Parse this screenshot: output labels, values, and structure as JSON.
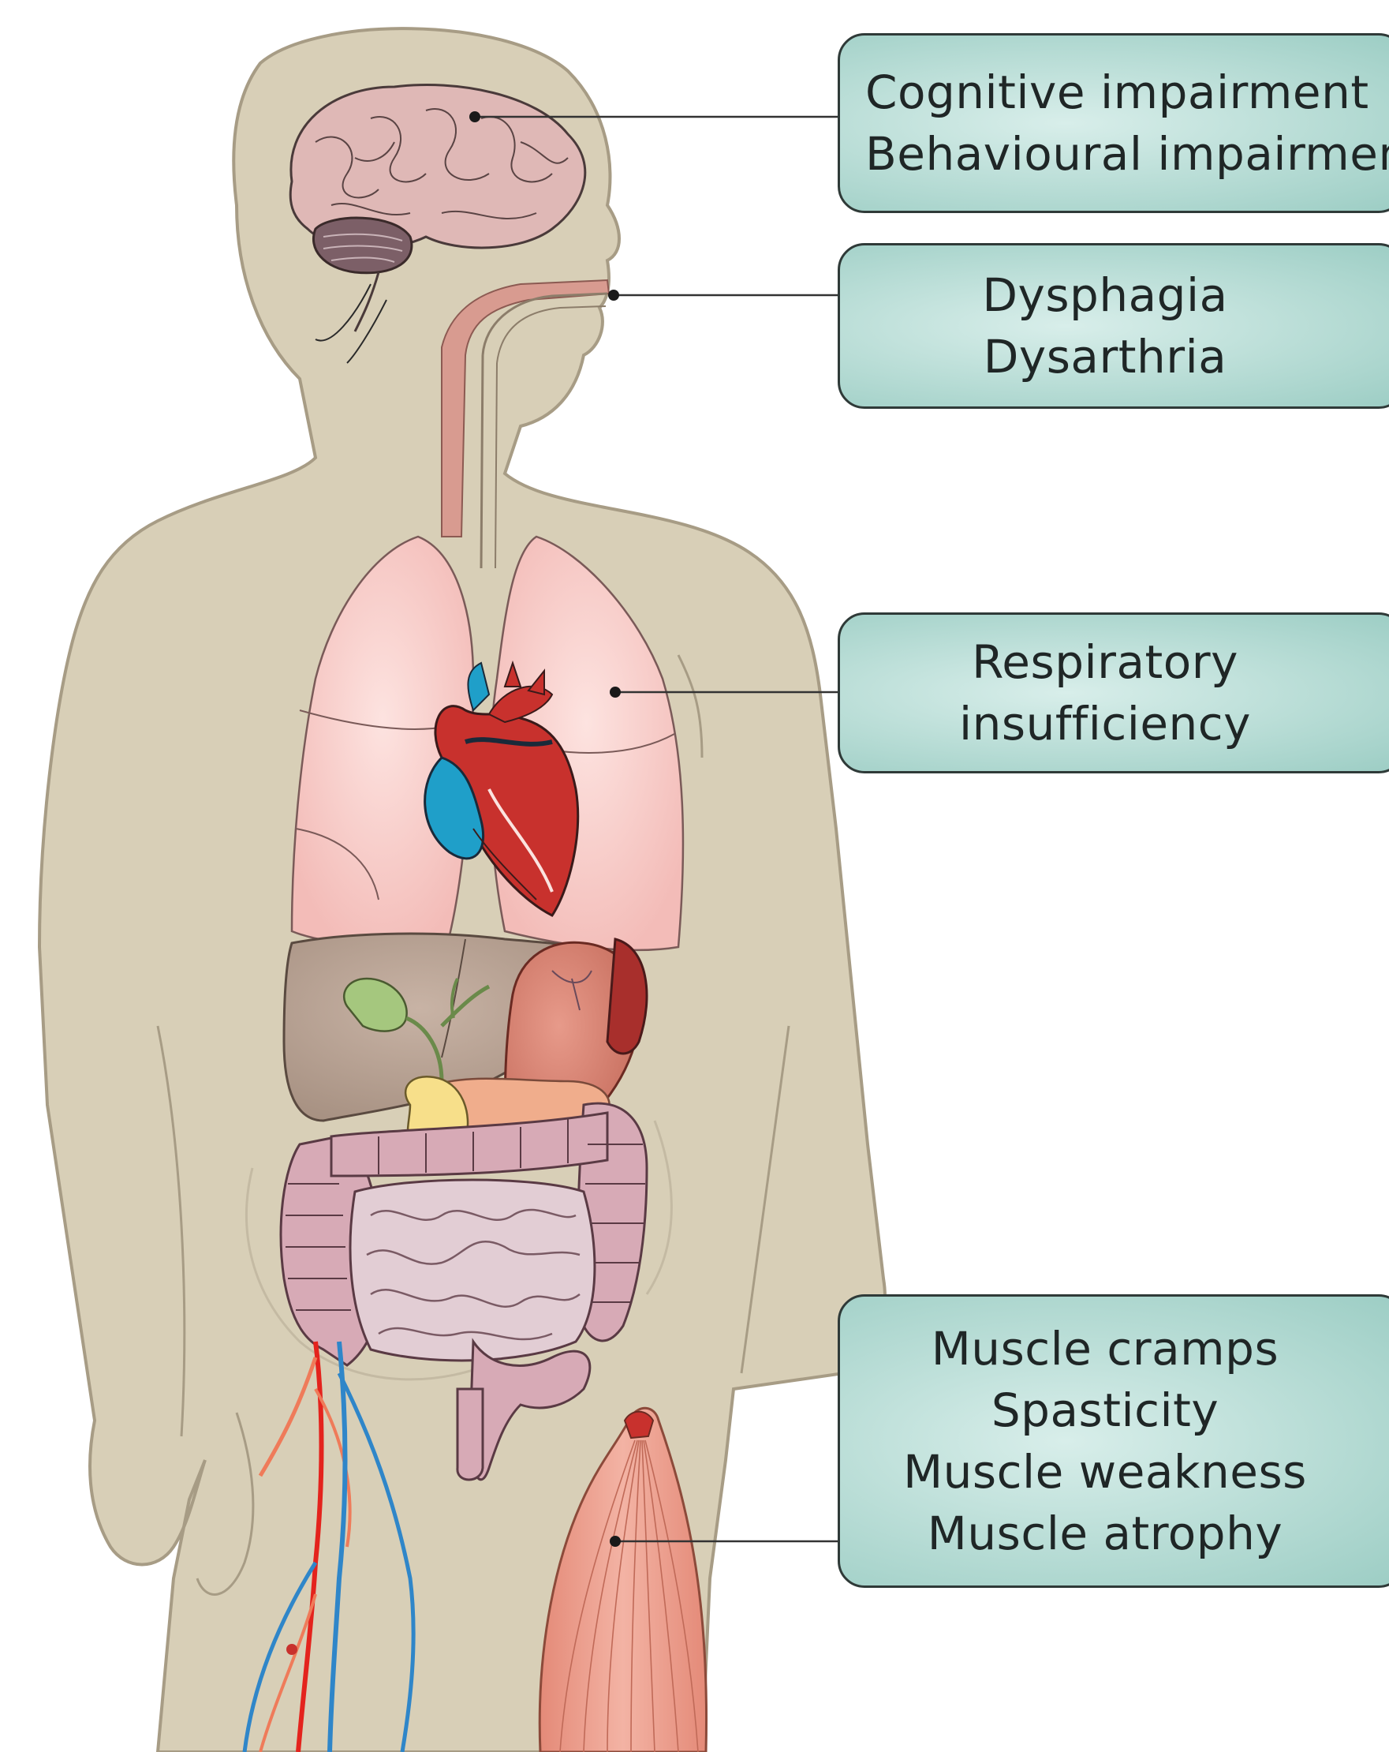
{
  "labels": {
    "cognitive": {
      "line1": "Cognitive impairment",
      "line2": "Behavioural impairment"
    },
    "bulbar": {
      "line1": "Dysphagia",
      "line2": "Dysarthria"
    },
    "respiratory": {
      "line1": "Respiratory",
      "line2": "insufficiency"
    },
    "muscle": {
      "line1": "Muscle cramps",
      "line2": "Spasticity",
      "line3": "Muscle weakness",
      "line4": "Muscle atrophy"
    }
  },
  "colors": {
    "body": "#d8cfb7",
    "body_outline": "#a79c85",
    "brain": "#dfb8b6",
    "lungs": "#f6c7c4",
    "liver": "#b8a293",
    "heart_red": "#c8312d",
    "heart_blue": "#1f9fc9",
    "intestine": "#d7aab6",
    "muscle": "#ea9b8a",
    "box_fill": "#b7dcd5",
    "artery": "#e4231d",
    "vein": "#2f86c9"
  }
}
